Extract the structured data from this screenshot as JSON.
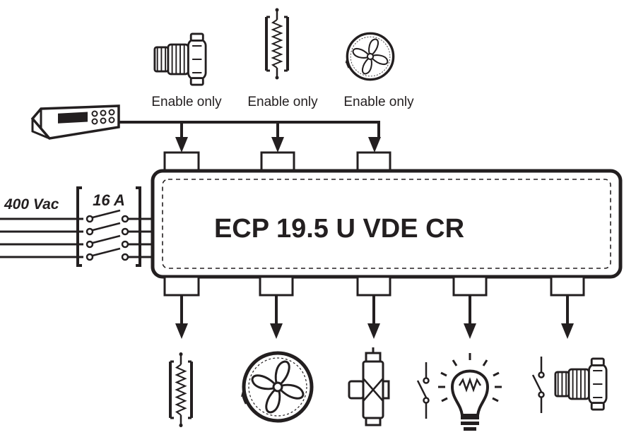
{
  "diagram": {
    "title": "ECP 19.5 U VDE CR",
    "supply_label": "400 Vac",
    "breaker_rating": "16 A",
    "top_devices": [
      {
        "icon": "circulation-pump-icon",
        "caption": "Enable only"
      },
      {
        "icon": "heater-element-icon",
        "caption": "Enable only"
      },
      {
        "icon": "fan-icon",
        "caption": "Enable only"
      }
    ],
    "bottom_devices": [
      {
        "icon": "heater-element-icon"
      },
      {
        "icon": "fan-icon"
      },
      {
        "icon": "solenoid-valve-icon"
      },
      {
        "icon": "light-bulb-icon"
      },
      {
        "icon": "circulation-pump-icon"
      }
    ],
    "colors": {
      "ink": "#231f20",
      "background": "#ffffff"
    }
  }
}
